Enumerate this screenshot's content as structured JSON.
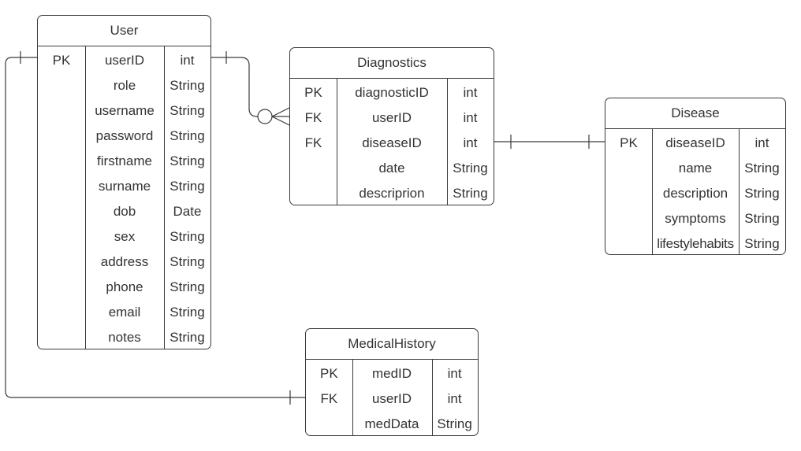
{
  "entities": {
    "user": {
      "title": "User",
      "rows": [
        {
          "key": "PK",
          "name": "userID",
          "type": "int"
        },
        {
          "key": "",
          "name": "role",
          "type": "String"
        },
        {
          "key": "",
          "name": "username",
          "type": "String"
        },
        {
          "key": "",
          "name": "password",
          "type": "String"
        },
        {
          "key": "",
          "name": "firstname",
          "type": "String"
        },
        {
          "key": "",
          "name": "surname",
          "type": "String"
        },
        {
          "key": "",
          "name": "dob",
          "type": "Date"
        },
        {
          "key": "",
          "name": "sex",
          "type": "String"
        },
        {
          "key": "",
          "name": "address",
          "type": "String"
        },
        {
          "key": "",
          "name": "phone",
          "type": "String"
        },
        {
          "key": "",
          "name": "email",
          "type": "String"
        },
        {
          "key": "",
          "name": "notes",
          "type": "String"
        }
      ]
    },
    "diagnostics": {
      "title": "Diagnostics",
      "rows": [
        {
          "key": "PK",
          "name": "diagnosticID",
          "type": "int"
        },
        {
          "key": "FK",
          "name": "userID",
          "type": "int"
        },
        {
          "key": "FK",
          "name": "diseaseID",
          "type": "int"
        },
        {
          "key": "",
          "name": "date",
          "type": "String"
        },
        {
          "key": "",
          "name": "descriprion",
          "type": "String"
        }
      ]
    },
    "disease": {
      "title": "Disease",
      "rows": [
        {
          "key": "PK",
          "name": "diseaseID",
          "type": "int"
        },
        {
          "key": "",
          "name": "name",
          "type": "String"
        },
        {
          "key": "",
          "name": "description",
          "type": "String"
        },
        {
          "key": "",
          "name": "symptoms",
          "type": "String"
        },
        {
          "key": "",
          "name": "lifestylehabits",
          "type": "String"
        }
      ]
    },
    "medicalhistory": {
      "title": "MedicalHistory",
      "rows": [
        {
          "key": "PK",
          "name": "medID",
          "type": "int"
        },
        {
          "key": "FK",
          "name": "userID",
          "type": "int"
        },
        {
          "key": "",
          "name": "medData",
          "type": "String"
        }
      ]
    }
  },
  "colors": {
    "line": "#3a3a3a",
    "text": "#333333",
    "background": "#ffffff"
  }
}
